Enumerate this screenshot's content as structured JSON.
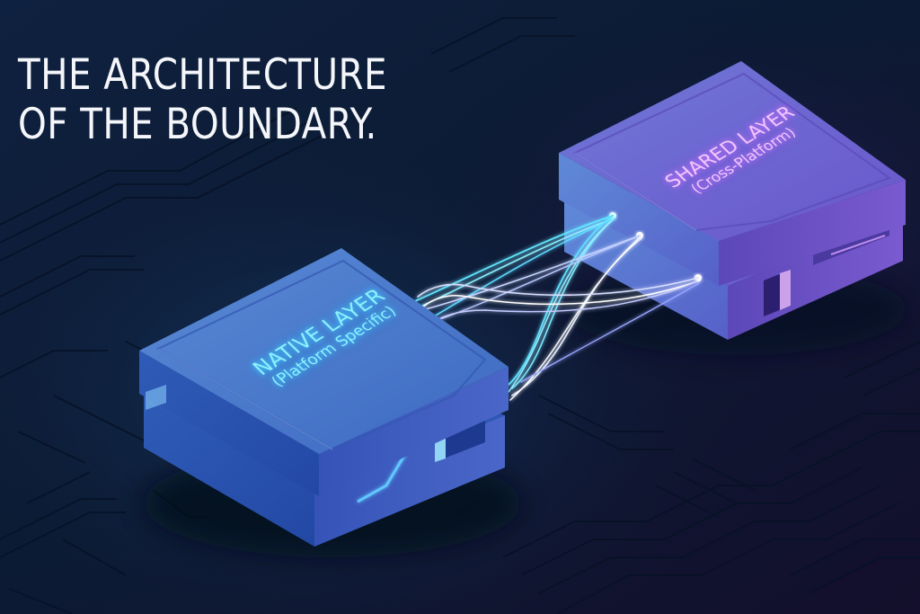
{
  "headline": {
    "line1": "THE ARCHITECTURE",
    "line2": "OF THE BOUNDARY."
  },
  "native_layer": {
    "title": "NATIVE LAYER",
    "subtitle": "(Platform Specific)",
    "color": "#4a7fd0",
    "glow": "#6fe6ff"
  },
  "shared_layer": {
    "title": "SHARED LAYER",
    "subtitle": "(Cross-Platform)",
    "color": "#7466d8",
    "glow": "#e4a8ff"
  },
  "connection": {
    "type": "fiber-optic bundle",
    "colors": [
      "#5fe8ff",
      "#b8c8ff",
      "#ffffff"
    ]
  },
  "background": {
    "pattern": "circuit-board",
    "colors": [
      "#0c1a30",
      "#120f2e"
    ]
  }
}
